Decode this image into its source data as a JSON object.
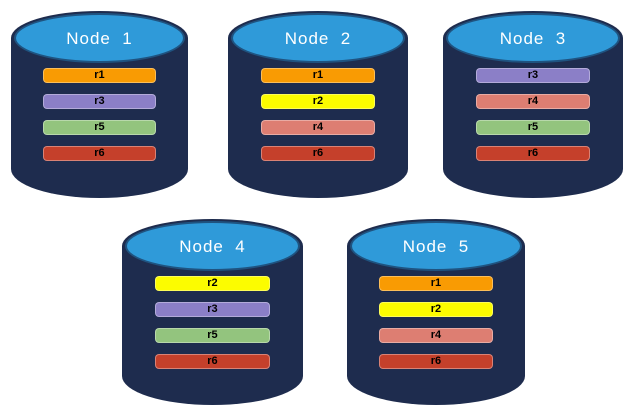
{
  "colors": {
    "background": "#FFFFFF",
    "cylinder_body": "#1E2C4E",
    "cylinder_top": "#2F9AD9",
    "cylinder_top_border": "#1F5380",
    "replica_colors": {
      "r1": "#F99B03",
      "r2": "#FCFC00",
      "r3": "#8B7FC7",
      "r4": "#DD7E72",
      "r5": "#93C47E",
      "r6": "#C5402B"
    }
  },
  "nodes": [
    {
      "name": "Node  1",
      "replicas": [
        {
          "label": "r1",
          "color": "#F99B03"
        },
        {
          "label": "r3",
          "color": "#8B7FC7"
        },
        {
          "label": "r5",
          "color": "#93C47E"
        },
        {
          "label": "r6",
          "color": "#C5402B"
        }
      ]
    },
    {
      "name": "Node  2",
      "replicas": [
        {
          "label": "r1",
          "color": "#F99B03"
        },
        {
          "label": "r2",
          "color": "#FCFC00"
        },
        {
          "label": "r4",
          "color": "#DD7E72"
        },
        {
          "label": "r6",
          "color": "#C5402B"
        }
      ]
    },
    {
      "name": "Node  3",
      "replicas": [
        {
          "label": "r3",
          "color": "#8B7FC7"
        },
        {
          "label": "r4",
          "color": "#DD7E72"
        },
        {
          "label": "r5",
          "color": "#93C47E"
        },
        {
          "label": "r6",
          "color": "#C5402B"
        }
      ]
    },
    {
      "name": "Node  4",
      "replicas": [
        {
          "label": "r2",
          "color": "#FCFC00"
        },
        {
          "label": "r3",
          "color": "#8B7FC7"
        },
        {
          "label": "r5",
          "color": "#93C47E"
        },
        {
          "label": "r6",
          "color": "#C5402B"
        }
      ]
    },
    {
      "name": "Node  5",
      "replicas": [
        {
          "label": "r1",
          "color": "#F99B03"
        },
        {
          "label": "r2",
          "color": "#FCFC00"
        },
        {
          "label": "r4",
          "color": "#DD7E72"
        },
        {
          "label": "r6",
          "color": "#C5402B"
        }
      ]
    }
  ]
}
